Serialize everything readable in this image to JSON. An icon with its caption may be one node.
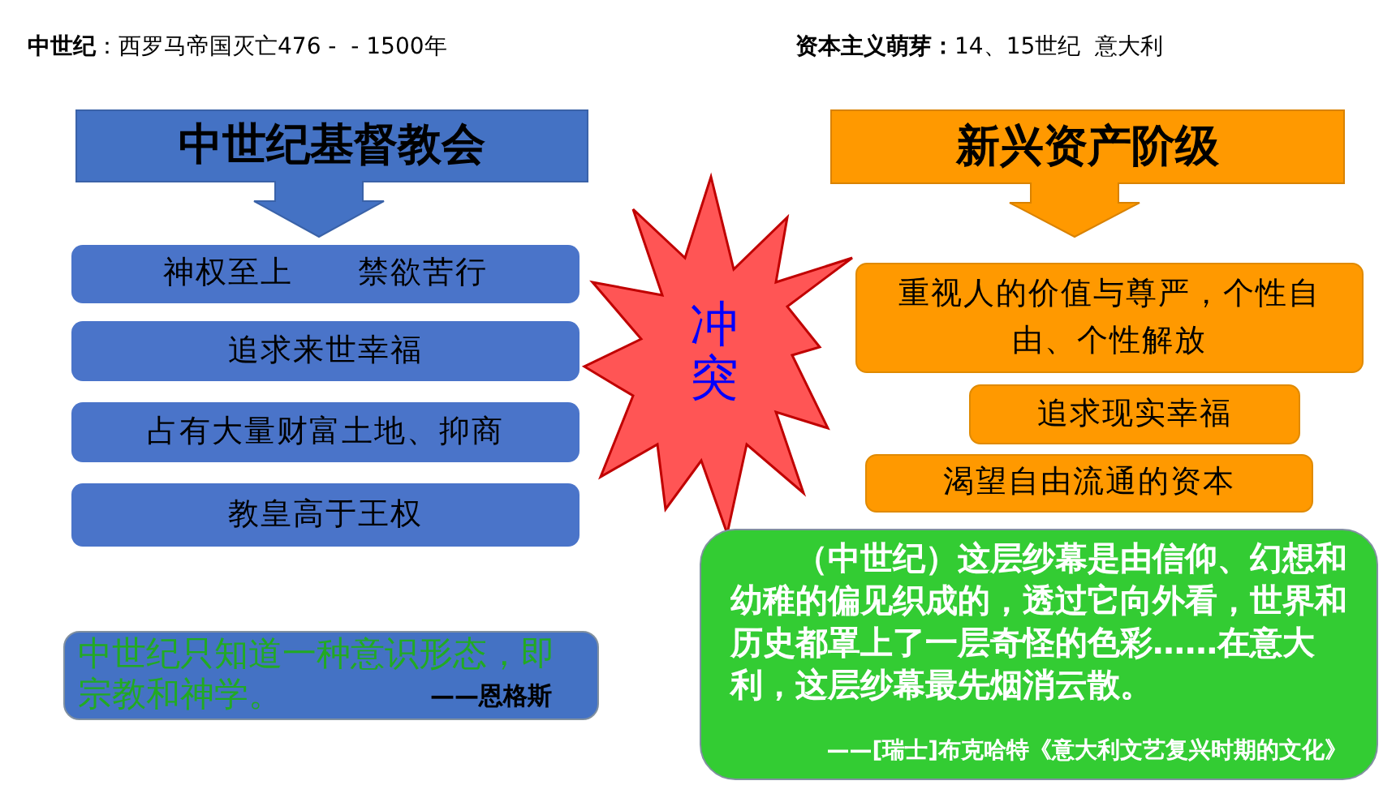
{
  "diagram": {
    "nodes": [
      {
        "text": [
          "中世纪基督教会"
        ]
      },
      {
        "text": [
          "神权至上　　禁欲苦行"
        ]
      },
      {
        "text": [
          "追求来世幸福"
        ]
      },
      {
        "text": [
          "占有大量财富土地、抑商"
        ]
      },
      {
        "text": [
          "教皇高于王权"
        ]
      },
      {
        "text": [
          "中世纪只知道一种意识形态，即宗教和神学。",
          "——恩格斯"
        ]
      },
      {
        "text": [
          "冲突"
        ]
      },
      {
        "text": [
          "新兴资产阶级"
        ]
      },
      {
        "text": [
          "重视人的价值与尊严，个性自由、个性解放"
        ]
      },
      {
        "text": [
          "追求现实幸福"
        ]
      },
      {
        "text": [
          "渴望自由流通的资本"
        ]
      },
      {
        "text": [
          "（中世纪）这层纱幕是由信仰、幻想和幼稚的偏见织成的，透过它向外看，世界和历史都罩上了一层奇怪的色彩……在意大利，这层纱幕最先烟消云散。",
          "——[瑞士]布克哈特《意大利文艺复兴时期的文化》"
        ]
      }
    ],
    "edges": [],
    "labels": [
      "**中世纪**：西罗马帝国灭亡476 -  - 1500年",
      "**资本主义萌芽：**14、15世纪  意大利"
    ]
  }
}
